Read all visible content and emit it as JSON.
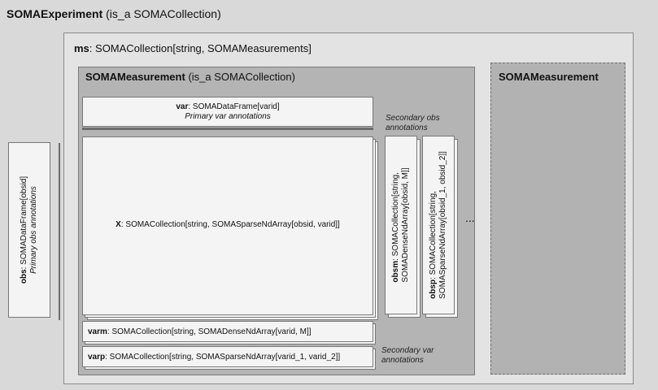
{
  "experiment": {
    "name": "SOMAExperiment",
    "type": "(is_a SOMACollection)"
  },
  "ms": {
    "name": "ms",
    "type": ": SOMACollection[string, SOMAMeasurements]"
  },
  "measurement": {
    "name": "SOMAMeasurement",
    "type": "(is_a SOMACollection)"
  },
  "measurement2": {
    "name": "SOMAMeasurement"
  },
  "var": {
    "name": "var",
    "type": ": SOMADataFrame[varid]",
    "desc": "Primary var annotations"
  },
  "x": {
    "name": "X",
    "type": ": SOMACollection[string, SOMASparseNdArray[obsid, varid]]"
  },
  "obs": {
    "name": "obs",
    "type": ": SOMADataFrame[obsid]",
    "desc": "Primary obs annotations"
  },
  "obsm": {
    "name": "obsm",
    "type_line1": ": SOMACollection[string,",
    "type_line2": "SOMADenseNdArray[obsid, M]]"
  },
  "obsp": {
    "name": "obsp",
    "type_line1": ": SOMACollection[string,",
    "type_line2": "SOMASparseNdArray[obsid_1, obsid_2]]"
  },
  "secondary_obs": {
    "line1": "Secondary obs",
    "line2": "annotations"
  },
  "varm": {
    "name": "varm",
    "type": ": SOMACollection[string, SOMADenseNdArray[varid, M]]"
  },
  "varp": {
    "name": "varp",
    "type": ": SOMACollection[string, SOMASparseNdArray[varid_1, varid_2]]"
  },
  "secondary_var": {
    "line1": "Secondary var",
    "line2": "annotations"
  },
  "ellipsis": "..."
}
